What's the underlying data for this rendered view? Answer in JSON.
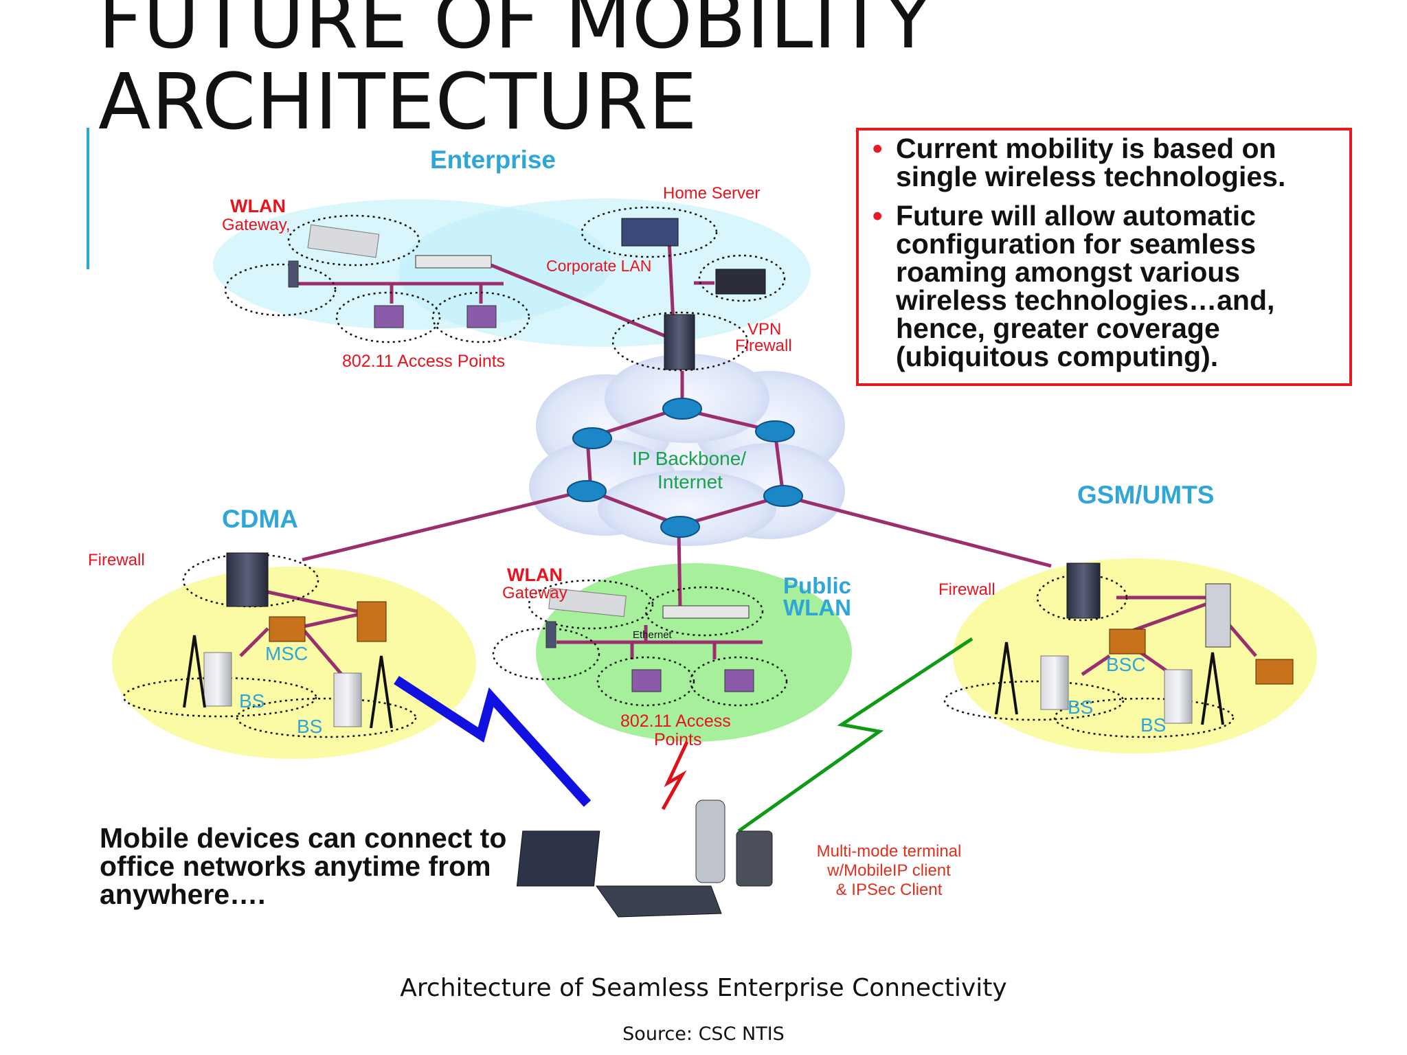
{
  "slide": {
    "title_line1": "FUTURE OF MOBILITY",
    "title_line2": "ARCHITECTURE"
  },
  "bullets": [
    "Current mobility is based on single wireless technologies.",
    "Future will allow automatic configuration for seamless roaming amongst various wireless technologies…and, hence, greater coverage (ubiquitous computing)."
  ],
  "bullet_marker": "•",
  "diagram": {
    "enterprise": {
      "title": "Enterprise",
      "wlan": "WLAN",
      "gateway": "Gateway,",
      "home_server": "Home  Server",
      "corporate_lan": "Corporate LAN",
      "vpn": "VPN",
      "firewall": "Firewall",
      "access_points": "802.11 Access Points"
    },
    "backbone": {
      "line1": "IP Backbone/",
      "line2": "Internet"
    },
    "cdma": {
      "title": "CDMA",
      "firewall": "Firewall",
      "msc": "MSC",
      "bs1": "BS",
      "bs2": "BS"
    },
    "public_wlan": {
      "title_line1": "Public",
      "title_line2": "WLAN",
      "wlan": "WLAN",
      "gateway": "Gateway",
      "ethernet": "Ethernet",
      "access_line1": "802.11 Access",
      "access_line2": "Points"
    },
    "gsm": {
      "title": "GSM/UMTS",
      "firewall": "Firewall",
      "bsc": "BSC",
      "bs1": "BS",
      "bs2": "BS"
    },
    "terminal": {
      "line1": "Multi-mode terminal",
      "line2": "w/MobileIP client",
      "line3": "& IPSec Client"
    }
  },
  "mobile_text": "Mobile devices can connect to office networks anytime from anywhere….",
  "caption": "Architecture of Seamless Enterprise Connectivity",
  "source": "Source: CSC NTIS",
  "colors": {
    "accent_bar": "#2aa6d6",
    "label_red": "#e8131c",
    "label_blue": "#2ea6d8",
    "label_green": "#1aa24b",
    "link": "#9b2f6e",
    "enterprise_zone": "#bff0fb",
    "cellular_zone": "#fbfba6",
    "public_wlan_zone": "#a6f09c",
    "bolt_cdma": "#1010e0",
    "bolt_wlan": "#e0101a",
    "bolt_gsm": "#0e9a14"
  }
}
